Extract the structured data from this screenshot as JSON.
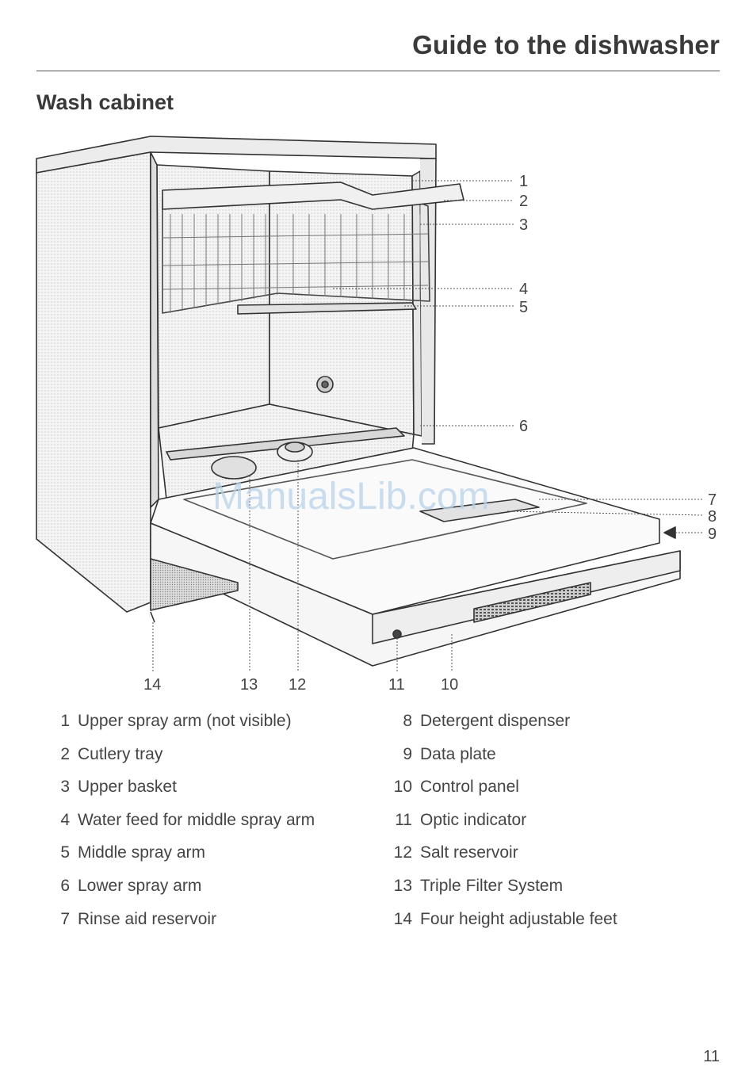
{
  "header": {
    "title": "Guide to the dishwasher"
  },
  "section": {
    "title": "Wash cabinet"
  },
  "figure": {
    "watermark": "ManualsLib.com",
    "callouts": [
      "1",
      "2",
      "3",
      "4",
      "5",
      "6",
      "7",
      "8",
      "9",
      "10",
      "11",
      "12",
      "13",
      "14"
    ]
  },
  "legend": {
    "left": [
      {
        "num": "1",
        "text": "Upper spray arm (not visible)"
      },
      {
        "num": "2",
        "text": "Cutlery tray"
      },
      {
        "num": "3",
        "text": "Upper basket"
      },
      {
        "num": "4",
        "text": "Water feed for middle spray arm"
      },
      {
        "num": "5",
        "text": "Middle spray arm"
      },
      {
        "num": "6",
        "text": "Lower spray arm"
      },
      {
        "num": "7",
        "text": "Rinse aid reservoir"
      }
    ],
    "right": [
      {
        "num": "8",
        "text": "Detergent dispenser"
      },
      {
        "num": "9",
        "text": "Data plate"
      },
      {
        "num": "10",
        "text": "Control panel"
      },
      {
        "num": "11",
        "text": "Optic indicator"
      },
      {
        "num": "12",
        "text": "Salt reservoir"
      },
      {
        "num": "13",
        "text": "Triple Filter System"
      },
      {
        "num": "14",
        "text": "Four height adjustable feet"
      }
    ]
  },
  "page": {
    "number": "11"
  }
}
